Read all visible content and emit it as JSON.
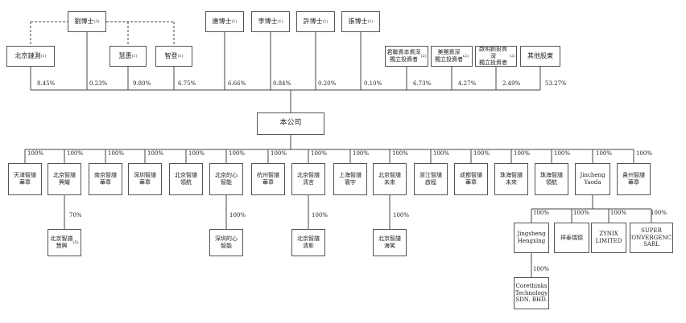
{
  "top_row": [
    {
      "key": "liu",
      "label": "劉博士",
      "note": "(3)"
    },
    {
      "key": "tang",
      "label": "唐博士",
      "note": "(1)"
    },
    {
      "key": "li",
      "label": "李博士",
      "note": "(1)"
    },
    {
      "key": "xu",
      "label": "許博士",
      "note": "(1)"
    },
    {
      "key": "zhang",
      "label": "張博士",
      "note": "(1)"
    }
  ],
  "second_row": [
    {
      "key": "bj",
      "label": "北京鏈測",
      "note": "(1)"
    },
    {
      "key": "hh",
      "label": "慧惠",
      "note": "(1)"
    },
    {
      "key": "zy",
      "label": "智登",
      "note": "(1)"
    },
    {
      "key": "jl",
      "label": "君聯資本資深\n獨立投資者",
      "note": "(2)"
    },
    {
      "key": "mt",
      "label": "美團資深\n獨立投資者",
      "note": "(2)"
    },
    {
      "key": "qm",
      "label": "啟明創投資深\n獨立投資者",
      "note": "(2)"
    },
    {
      "key": "qt",
      "label": "其他股東",
      "note": ""
    }
  ],
  "shareholder_pcts": [
    "8.45%",
    "0.23%",
    "9.80%",
    "6.75%",
    "6.66%",
    "0.84%",
    "0.20%",
    "0.10%",
    "6.73%",
    "4.27%",
    "2.49%",
    "53.27%"
  ],
  "company": {
    "label": "本公司"
  },
  "subsidiaries": [
    {
      "label": "天津智譜\n華章",
      "pct": "100%"
    },
    {
      "label": "北京智譜\n興耀",
      "pct": "100%"
    },
    {
      "label": "南京智譜\n華章",
      "pct": "100%"
    },
    {
      "label": "深圳智譜\n華章",
      "pct": "100%"
    },
    {
      "label": "北京智譜\n領航",
      "pct": "100%"
    },
    {
      "label": "北京的心\n智能",
      "pct": "100%"
    },
    {
      "label": "杭州智譜\n華章",
      "pct": "100%"
    },
    {
      "label": "北京智譜\n清言",
      "pct": "100%"
    },
    {
      "label": "上海智譜\n寰宇",
      "pct": "100%"
    },
    {
      "label": "北京智譜\n未來",
      "pct": "100%"
    },
    {
      "label": "浙江智譜\n啟程",
      "pct": "100%"
    },
    {
      "label": "成都智譜\n華章",
      "pct": "100%"
    },
    {
      "label": "珠海智譜\n未來",
      "pct": "100%"
    },
    {
      "label": "珠海智譜\n領航",
      "pct": "100%"
    },
    {
      "label": "Jincheng\nYaoda",
      "pct": "100%"
    },
    {
      "label": "貴州智譜\n華章",
      "pct": "100%"
    }
  ],
  "level3": [
    {
      "label": "北京智譜\n慧興",
      "note": "(5)",
      "pct": "70%"
    },
    {
      "label": "深圳的心\n智能",
      "note": "",
      "pct": "100%"
    },
    {
      "label": "北京智譜\n清影",
      "note": "",
      "pct": "100%"
    },
    {
      "label": "北京智譜\n海笑",
      "note": "",
      "pct": "100%"
    }
  ],
  "jincheng_children": [
    {
      "label": "Jingsheng\nHengxing",
      "pct": "100%"
    },
    {
      "label": "祥泰瑞德",
      "pct": "100%"
    },
    {
      "label": "ZYNIX\nLIMITED",
      "pct": "100%"
    },
    {
      "label": "SUPER\nCONVERGENCE\nSARL",
      "pct": "100%"
    }
  ],
  "bottom": {
    "label": "Corethinks\nTechnology\nSDN. BHD.",
    "pct": "100%"
  }
}
